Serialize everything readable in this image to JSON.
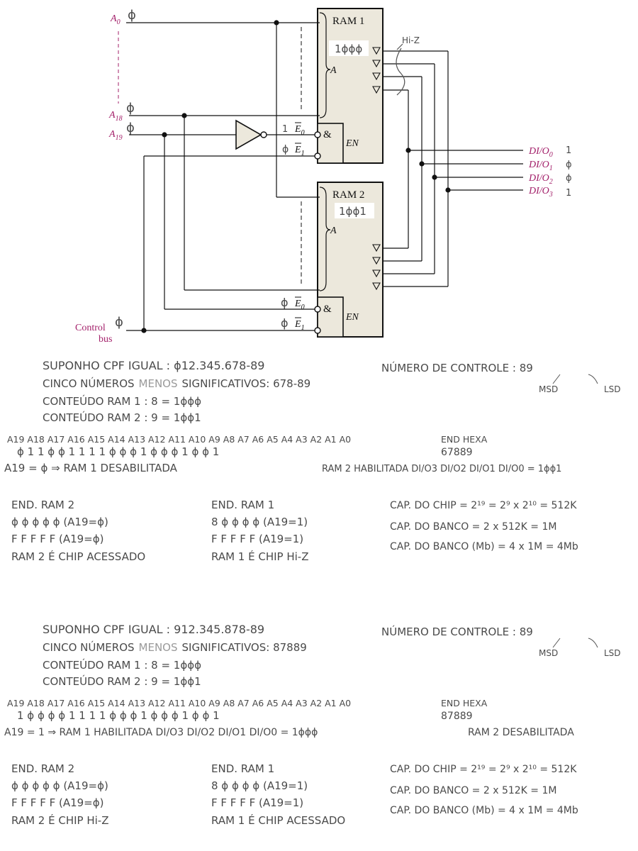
{
  "colors": {
    "chip_fill": "#ece8dc",
    "label_magenta": "#a3206a",
    "handwriting": "#4a4a4a"
  },
  "diagram": {
    "addr_a0": "A0",
    "addr_a0_sub": "0",
    "addr_a18": "A18",
    "addr_a19": "A19",
    "a0_value": "ϕ",
    "a18_value": "ϕ",
    "a19_value": "ϕ",
    "ram1_title": "RAM 1",
    "ram2_title": "RAM 2",
    "ram1_content": "1ϕϕϕ",
    "ram2_content": "1ϕϕ1",
    "a_label": "A",
    "and_symbol": "&",
    "en_label": "EN",
    "hiz_label": "Hi-Z",
    "e0_label": "E",
    "e0_sub": "0",
    "e1_label": "E",
    "e1_sub": "1",
    "ram1_e0_value": "1",
    "ram1_e1_value": "ϕ",
    "ram2_e0_value": "ϕ",
    "ram2_e1_value": "ϕ",
    "control_value": "ϕ",
    "control_label_1": "Control",
    "control_label_2": "bus",
    "dio": [
      {
        "label": "DI/O",
        "sub": "0",
        "value": "1"
      },
      {
        "label": "DI/O",
        "sub": "1",
        "value": "ϕ"
      },
      {
        "label": "DI/O",
        "sub": "2",
        "value": "ϕ"
      },
      {
        "label": "DI/O",
        "sub": "3",
        "value": "1"
      }
    ]
  },
  "notes": {
    "case1": {
      "cpf": "SUPONHO CPF IGUAL : ϕ12.345.678-89",
      "controle": "NÚMERO DE CONTROLE : 89",
      "msd": "MSD",
      "lsd": "LSD",
      "cinco": "CINCO NÚMEROS",
      "menos": "MENOS",
      "significativos": "SIGNIFICATIVOS: 678-89",
      "ram1": "CONTEÚDO RAM 1 : 8 = 1ϕϕϕ",
      "ram2": "CONTEÚDO RAM 2 : 9 = 1ϕϕ1",
      "addr_header": "A19 A18 A17 A16  A15 A14 A13 A12  A11 A10 A9 A8  A7 A6 A5 A4  A3 A2 A1 A0",
      "addr_bits": "ϕ 1 1 ϕ   ϕ 1 1 1   1 ϕ ϕ ϕ   1 ϕ ϕ ϕ   1 ϕ ϕ 1",
      "end_hexa": "END HEXA",
      "hex_value": "67889",
      "result_left": "A19 = ϕ ⇒ RAM 1 DESABILITADA",
      "result_right": "RAM 2 HABILITADA DI/O3 DI/O2 DI/O1 DI/O0 = 1ϕϕ1",
      "end_ram2": "END. RAM 2",
      "ram2_low": "ϕ ϕ ϕ ϕ ϕ  (A19=ϕ)",
      "ram2_high": "F F F F F  (A19=ϕ)",
      "ram2_status": "RAM 2 É CHIP ACESSADO",
      "end_ram1": "END. RAM 1",
      "ram1_low": "8 ϕ ϕ ϕ ϕ  (A19=1)",
      "ram1_high": "F F F F F  (A19=1)",
      "ram1_status": "RAM 1 É CHIP Hi-Z",
      "cap_chip": "CAP. DO CHIP = 2¹⁹ = 2⁹ x 2¹⁰ = 512K",
      "cap_banco": "CAP. DO BANCO = 2 x 512K = 1M",
      "cap_banco_mb": "CAP. DO BANCO (Mb) = 4 x 1M = 4Mb"
    },
    "case2": {
      "cpf": "SUPONHO CPF IGUAL : 912.345.878-89",
      "controle": "NÚMERO DE CONTROLE : 89",
      "msd": "MSD",
      "lsd": "LSD",
      "cinco": "CINCO NÚMEROS",
      "menos": "MENOS",
      "significativos": "SIGNIFICATIVOS: 87889",
      "ram1": "CONTEÚDO RAM 1 : 8 = 1ϕϕϕ",
      "ram2": "CONTEÚDO RAM 2 : 9 = 1ϕϕ1",
      "addr_header": "A19 A18 A17 A16  A15 A14 A13 A12  A11 A10 A9 A8  A7 A6 A5 A4  A3 A2 A1 A0",
      "addr_bits": "1 ϕ ϕ ϕ   ϕ 1 1 1   1 ϕ ϕ ϕ   1 ϕ ϕ ϕ   1 ϕ ϕ 1",
      "end_hexa": "END HEXA",
      "hex_value": "87889",
      "result_left": "A19 = 1 ⇒ RAM 1 HABILITADA DI/O3 DI/O2 DI/O1 DI/O0 = 1ϕϕϕ",
      "result_right": "RAM 2 DESABILITADA",
      "end_ram2": "END. RAM 2",
      "ram2_low": "ϕ ϕ ϕ ϕ ϕ  (A19=ϕ)",
      "ram2_high": "F F F F F  (A19=ϕ)",
      "ram2_status": "RAM 2 É CHIP Hi-Z",
      "end_ram1": "END. RAM 1",
      "ram1_low": "8 ϕ ϕ ϕ ϕ  (A19=1)",
      "ram1_high": "F F F F F  (A19=1)",
      "ram1_status": "RAM 1 É CHIP ACESSADO",
      "cap_chip": "CAP. DO CHIP = 2¹⁹ = 2⁹ x 2¹⁰ = 512K",
      "cap_banco": "CAP. DO BANCO = 2 x 512K = 1M",
      "cap_banco_mb": "CAP. DO BANCO (Mb) = 4 x 1M = 4Mb"
    }
  }
}
